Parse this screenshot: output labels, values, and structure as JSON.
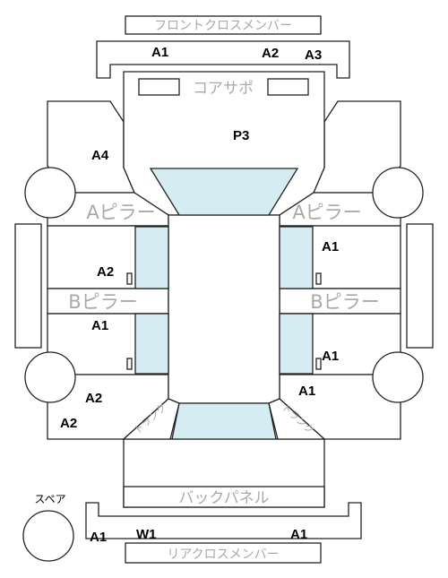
{
  "parts": {
    "front_cross_member": "フロントクロスメンバー",
    "core_support": "コアサポ",
    "a_pillar_left": "Aピラー",
    "a_pillar_right": "Aピラー",
    "b_pillar_left": "Bピラー",
    "b_pillar_right": "Bピラー",
    "back_panel": "バックパネル",
    "rear_cross_member": "リアクロスメンバー",
    "trunk_left": "トランク",
    "trunk_right": "トランク",
    "spare": "スペア"
  },
  "damage_codes": {
    "front_a1": "A1",
    "front_a2": "A2",
    "front_a3": "A3",
    "hood_p3": "P3",
    "left_fender_a4": "A4",
    "left_front_door_a2": "A2",
    "left_rear_door_a1": "A1",
    "left_rear_quarter_a2": "A2",
    "left_rear_bottom_a2": "A2",
    "right_front_door_a1": "A1",
    "right_rear_door_a1": "A1",
    "right_rear_quarter_a1": "A1",
    "rear_left_a1": "A1",
    "rear_w1": "W1",
    "rear_right_a1": "A1"
  },
  "colors": {
    "glass": "#d4ecf2",
    "outline": "#222222",
    "label_gray": "#a9a9a9"
  }
}
